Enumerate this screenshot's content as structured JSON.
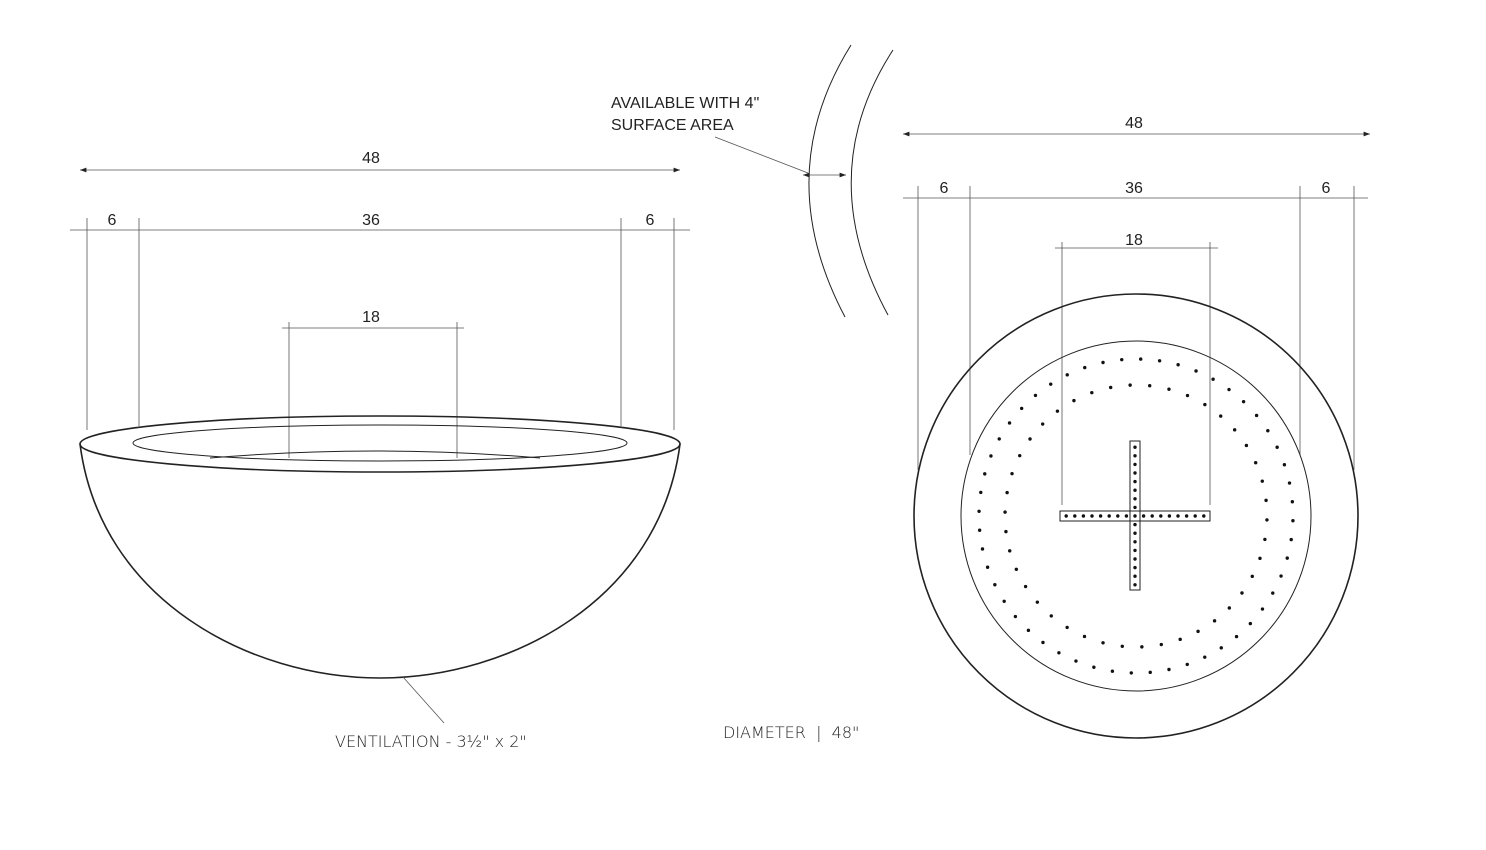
{
  "side_view": {
    "overall": "48",
    "rim_left": "6",
    "inner": "36",
    "rim_right": "6",
    "burner": "18",
    "ventilation_label": "VENTILATION - 3½\" x 2\""
  },
  "surface_note": {
    "line1": "AVAILABLE WITH 4\"",
    "line2": "SURFACE AREA"
  },
  "top_view": {
    "overall": "48",
    "rim_left": "6",
    "inner": "36",
    "rim_right": "6",
    "burner": "18",
    "diameter_label": "DIAMETER  |  48\""
  }
}
